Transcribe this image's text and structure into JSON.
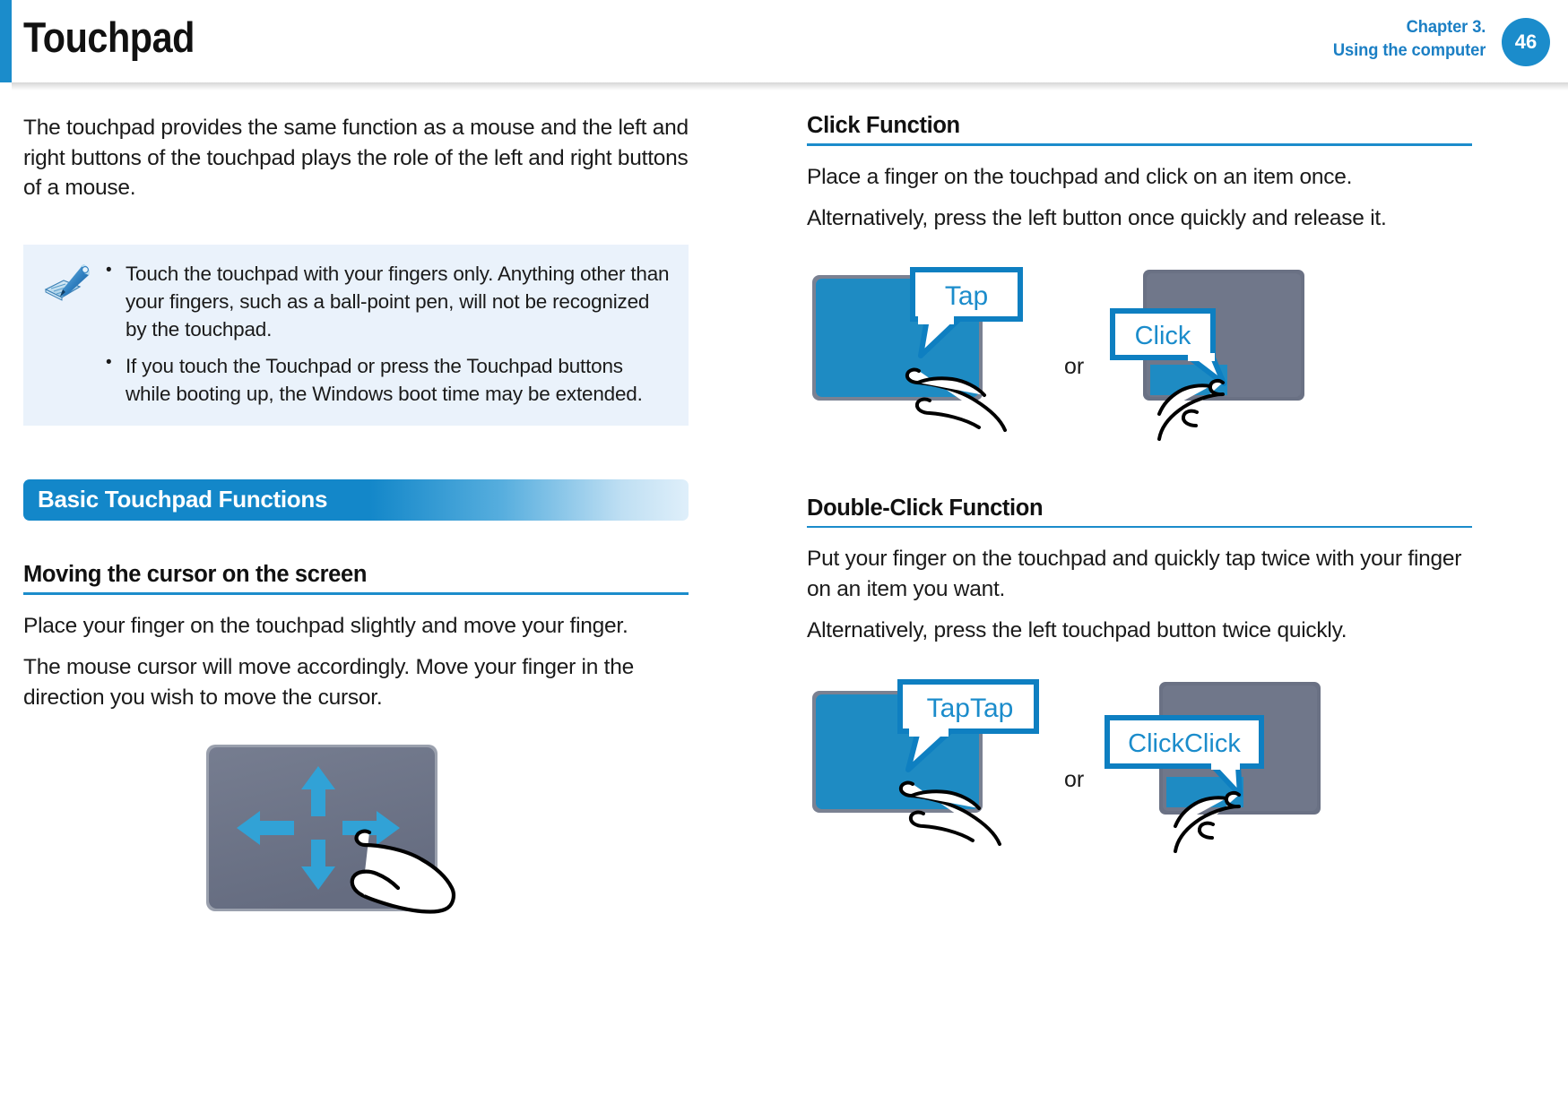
{
  "header": {
    "title": "Touchpad",
    "chapter_line_1": "Chapter 3.",
    "chapter_line_2": "Using the computer",
    "page_number": "46",
    "accent_color": "#1b8ccb"
  },
  "left_column": {
    "intro_paragraph": "The touchpad provides the same function as a mouse and the left and right buttons of the touchpad plays the role of the left and right buttons of a mouse.",
    "note": {
      "icon": "note-pen-icon",
      "items": [
        "Touch the touchpad with your fingers only. Anything other than your fingers, such as a ball-point pen, will not be recognized by the touchpad.",
        "If you touch the Touchpad or press the Touchpad buttons while booting up, the Windows boot time may be extended."
      ]
    },
    "section_bar_label": "Basic Touchpad Functions",
    "subsection": {
      "heading": "Moving the cursor on the screen",
      "paragraph_1": "Place your finger on the touchpad slightly and move your finger.",
      "paragraph_2": "The mouse cursor will move accordingly. Move your finger in the direction you wish to move the cursor."
    },
    "illustration": {
      "name": "touchpad-direction-arrows-illustration",
      "touchpad_color": "#6a7184",
      "arrow_color": "#31a2d6"
    }
  },
  "right_column": {
    "click_section": {
      "heading": "Click Function",
      "paragraph_1": "Place a finger on the touchpad and click on an item once.",
      "paragraph_2": "Alternatively, press the left button once quickly and release it.",
      "illustration": {
        "tap_callout": "Tap",
        "or_label": "or",
        "click_callout": "Click",
        "tap_pad_color": "#1e8bc3",
        "click_pad_color": "#6a7184"
      }
    },
    "double_click_section": {
      "heading": "Double-Click Function",
      "paragraph_1": "Put your finger on the touchpad and quickly tap twice with your finger on an item you want.",
      "paragraph_2": "Alternatively, press the left touchpad button twice quickly.",
      "illustration": {
        "taptap_callout": "TapTap",
        "or_label": "or",
        "clickclick_callout": "ClickClick",
        "tap_pad_color": "#1e8bc3",
        "click_pad_color": "#6a7184"
      }
    }
  }
}
